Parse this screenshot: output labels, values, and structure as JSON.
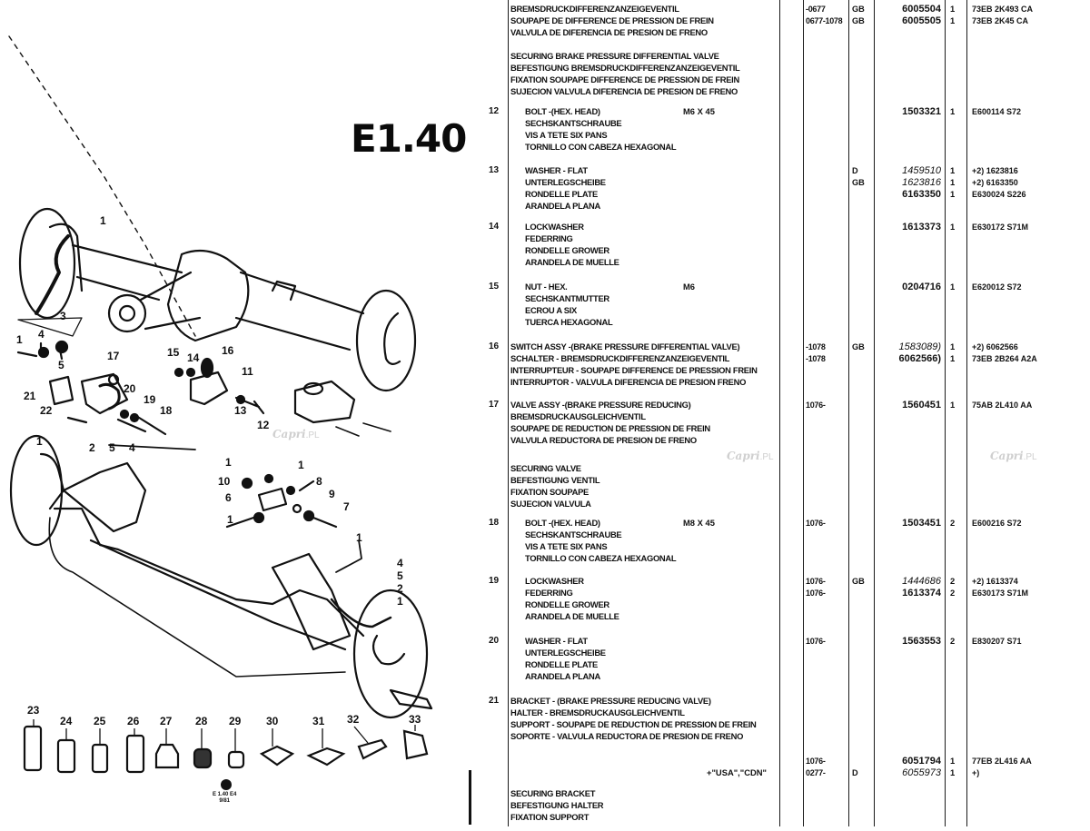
{
  "page": {
    "code": "E1.40",
    "stamp_line1": "E 1.40 E4",
    "stamp_line2": "9/81",
    "watermark": "Capri",
    "watermark_suffix": ".PL"
  },
  "diagram": {
    "callouts": [
      "1",
      "2",
      "3",
      "4",
      "5",
      "6",
      "7",
      "8",
      "9",
      "10",
      "11",
      "12",
      "13",
      "14",
      "15",
      "16",
      "17",
      "18",
      "19",
      "20",
      "21",
      "22",
      "23",
      "24",
      "25",
      "26",
      "27",
      "28",
      "29",
      "30",
      "31",
      "32",
      "33"
    ]
  },
  "entries": [
    {
      "lines": [
        {
          "text": "BREMSDRUCKDIFFERENZANZEIGEVENTIL",
          "date": "-0677",
          "ctry": "GB",
          "pno": "6005504",
          "qty": "1",
          "code": "73EB 2K493 CA"
        },
        {
          "text": "SOUPAPE DE DIFFERENCE DE PRESSION DE FREIN",
          "date": "0677-1078",
          "ctry": "GB",
          "pno": "6005505",
          "qty": "1",
          "code": "73EB 2K45 CA"
        },
        {
          "text": "VALVULA DE DIFERENCIA DE PRESION DE FRENO"
        }
      ]
    },
    {
      "lines": [
        {
          "text": "SECURING BRAKE PRESSURE DIFFERENTIAL VALVE"
        },
        {
          "text": "BEFESTIGUNG BREMSDRUCKDIFFERENZANZEIGEVENTIL"
        },
        {
          "text": "FIXATION SOUPAPE DIFFERENCE DE PRESSION DE FREIN"
        },
        {
          "text": "SUJECION VALVULA DIFERENCIA DE PRESION DE FRENO"
        }
      ]
    },
    {
      "item": "12",
      "indent": true,
      "spec": "M6 X 45",
      "lines": [
        {
          "text": "BOLT -(HEX. HEAD)",
          "pno": "1503321",
          "qty": "1",
          "code": "E600114 S72"
        },
        {
          "text": "SECHSKANTSCHRAUBE"
        },
        {
          "text": "VIS A TETE SIX PANS"
        },
        {
          "text": "TORNILLO CON CABEZA HEXAGONAL"
        }
      ]
    },
    {
      "item": "13",
      "indent": true,
      "lines": [
        {
          "text": "WASHER - FLAT",
          "ctry": "D",
          "pno": "1459510",
          "italic": true,
          "qty": "1",
          "code": "+2) 1623816"
        },
        {
          "text": "UNTERLEGSCHEIBE",
          "ctry": "GB",
          "pno": "1623816",
          "italic": true,
          "qty": "1",
          "code": "+2) 6163350"
        },
        {
          "text": "RONDELLE PLATE",
          "pno": "6163350",
          "qty": "1",
          "code": "E630024 S226"
        },
        {
          "text": "ARANDELA PLANA"
        }
      ]
    },
    {
      "item": "14",
      "indent": true,
      "lines": [
        {
          "text": "LOCKWASHER",
          "pno": "1613373",
          "qty": "1",
          "code": "E630172 S71M"
        },
        {
          "text": "FEDERRING"
        },
        {
          "text": "RONDELLE GROWER"
        },
        {
          "text": "ARANDELA DE MUELLE"
        }
      ]
    },
    {
      "item": "15",
      "indent": true,
      "spec": "M6",
      "lines": [
        {
          "text": "NUT - HEX.",
          "pno": "0204716",
          "qty": "1",
          "code": "E620012 S72"
        },
        {
          "text": "SECHSKANTMUTTER"
        },
        {
          "text": "ECROU A SIX"
        },
        {
          "text": "TUERCA HEXAGONAL"
        }
      ]
    },
    {
      "item": "16",
      "lines": [
        {
          "text": "SWITCH ASSY -(BRAKE PRESSURE DIFFERENTIAL VALVE)",
          "date": "-1078",
          "ctry": "GB",
          "pno": "1583089)",
          "italic": true,
          "qty": "1",
          "code": "+2) 6062566"
        },
        {
          "text": "SCHALTER - BREMSDRUCKDIFFERENZANZEIGEVENTIL",
          "date": "-1078",
          "pno": "6062566)",
          "qty": "1",
          "code": "73EB 2B264 A2A"
        },
        {
          "text": "INTERRUPTEUR - SOUPAPE DIFFERENCE DE PRESSION FREIN"
        },
        {
          "text": "INTERRUPTOR - VALVULA DIFERENCIA DE PRESION FRENO"
        }
      ]
    },
    {
      "item": "17",
      "lines": [
        {
          "text": "VALVE ASSY -(BRAKE PRESSURE REDUCING)",
          "date": "1076-",
          "pno": "1560451",
          "qty": "1",
          "code": "75AB 2L410 AA"
        },
        {
          "text": "BREMSDRUCKAUSGLEICHVENTIL"
        },
        {
          "text": "SOUPAPE DE REDUCTION DE PRESSION DE FREIN"
        },
        {
          "text": "VALVULA REDUCTORA DE PRESION DE FRENO"
        }
      ]
    },
    {
      "lines": [
        {
          "text": "SECURING VALVE"
        },
        {
          "text": "BEFESTIGUNG VENTIL"
        },
        {
          "text": "FIXATION SOUPAPE"
        },
        {
          "text": "SUJECION VALVULA"
        }
      ]
    },
    {
      "item": "18",
      "indent": true,
      "spec": "M8 X 45",
      "lines": [
        {
          "text": "BOLT -(HEX. HEAD)",
          "date": "1076-",
          "pno": "1503451",
          "qty": "2",
          "code": "E600216 S72"
        },
        {
          "text": "SECHSKANTSCHRAUBE"
        },
        {
          "text": "VIS A TETE SIX PANS"
        },
        {
          "text": "TORNILLO CON CABEZA HEXAGONAL"
        }
      ]
    },
    {
      "item": "19",
      "indent": true,
      "lines": [
        {
          "text": "LOCKWASHER",
          "date": "1076-",
          "ctry": "GB",
          "pno": "1444686",
          "italic": true,
          "qty": "2",
          "code": "+2) 1613374"
        },
        {
          "text": "FEDERRING",
          "date": "1076-",
          "pno": "1613374",
          "qty": "2",
          "code": "E630173 S71M"
        },
        {
          "text": "RONDELLE GROWER"
        },
        {
          "text": "ARANDELA DE MUELLE"
        }
      ]
    },
    {
      "item": "20",
      "indent": true,
      "lines": [
        {
          "text": "WASHER - FLAT",
          "date": "1076-",
          "pno": "1563553",
          "qty": "2",
          "code": "E830207 S71"
        },
        {
          "text": "UNTERLEGSCHEIBE"
        },
        {
          "text": "RONDELLE PLATE"
        },
        {
          "text": "ARANDELA PLANA"
        }
      ]
    },
    {
      "item": "21",
      "lines": [
        {
          "text": "BRACKET - (BRAKE PRESSURE REDUCING VALVE)"
        },
        {
          "text": "HALTER - BREMSDRUCKAUSGLEICHVENTIL"
        },
        {
          "text": "SUPPORT - SOUPAPE DE REDUCTION DE PRESSION DE FREIN"
        },
        {
          "text": "SOPORTE - VALVULA REDUCTORA DE PRESION DE FRENO"
        }
      ]
    },
    {
      "lines": [
        {
          "text": "",
          "date": "1076-",
          "pno": "6051794",
          "qty": "1",
          "code": "77EB 2L416 AA"
        },
        {
          "text": "",
          "spec2": "+\"USA\",\"CDN\"",
          "date": "0277-",
          "ctry": "D",
          "pno": "6055973",
          "italic": true,
          "qty": "1",
          "code": "+)"
        }
      ]
    },
    {
      "lines": [
        {
          "text": "SECURING BRACKET"
        },
        {
          "text": "BEFESTIGUNG HALTER"
        },
        {
          "text": "FIXATION SUPPORT"
        }
      ]
    }
  ]
}
